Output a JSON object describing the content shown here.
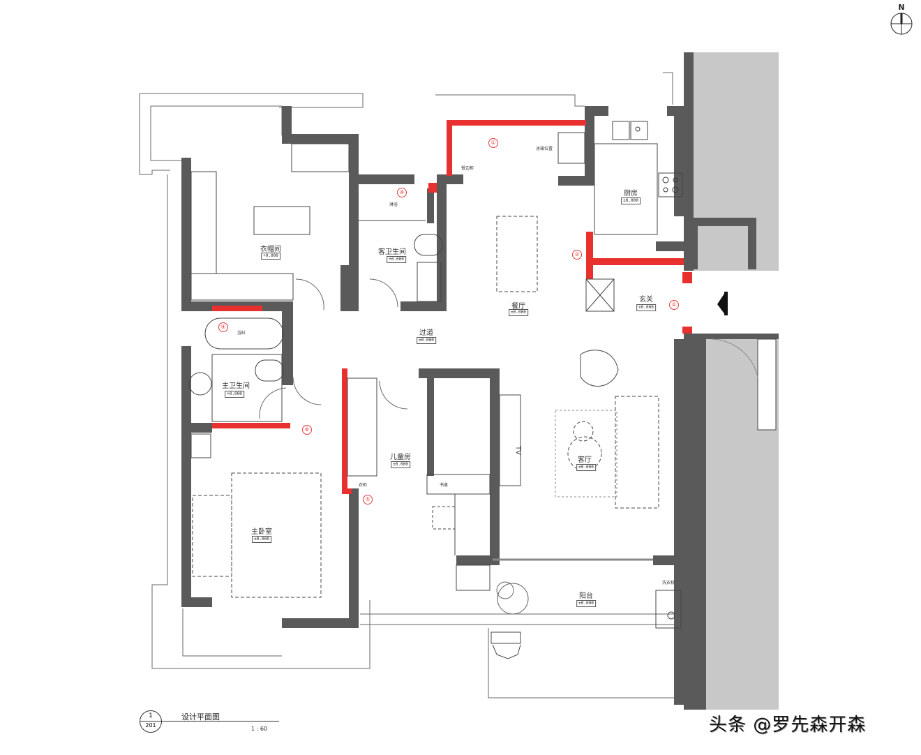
{
  "compass": {
    "label": "N"
  },
  "rooms": {
    "cloakroom": {
      "label": "衣帽间",
      "tag": "+0.000"
    },
    "guest_bath": {
      "label": "客卫生间",
      "tag": "+0.000"
    },
    "guest_bath_shower": {
      "label": "淋浴"
    },
    "dining": {
      "label": "餐厅",
      "tag": "±0.000"
    },
    "dining_cabinet": {
      "label": "餐边柜"
    },
    "dining_side_note": {
      "label": "冰箱位置"
    },
    "kitchen": {
      "label": "厨房",
      "tag": "±0.000"
    },
    "foyer": {
      "label": "玄关",
      "tag": "±0.000"
    },
    "hallway": {
      "label": "过道",
      "tag": "±0.000"
    },
    "master_bath": {
      "label": "主卫生间",
      "tag": "+0.000"
    },
    "master_bath_tub": {
      "label": "浴缸"
    },
    "kids_room": {
      "label": "儿童房",
      "tag": "±0.000"
    },
    "living": {
      "label": "客厅",
      "tag": "±0.000"
    },
    "tv": {
      "label": "TV"
    },
    "master_bed": {
      "label": "主卧室",
      "tag": "±0.000"
    },
    "balcony": {
      "label": "阳台",
      "tag": "±0.000"
    },
    "laundry": {
      "label": "洗衣机"
    },
    "closet_note": {
      "label": "衣柜"
    },
    "kids_desk": {
      "label": "书桌"
    }
  },
  "markers": {
    "m1_dining": "①",
    "m1_foyer": "①",
    "m2_dining": "②",
    "m4_guest_bath": "④",
    "m4_master_bath": "④",
    "m5_kids": "⑤",
    "m6_master": "⑥"
  },
  "title_block": {
    "number": "1",
    "sheet": "201",
    "title": "设计平面图",
    "scale": "1 : 60"
  },
  "watermark": "头条 @罗先森开森",
  "colors": {
    "wall": "#5a5a5a",
    "new_wall": "#e8312f",
    "neighbor": "#c8c8c8",
    "line": "#444444"
  }
}
